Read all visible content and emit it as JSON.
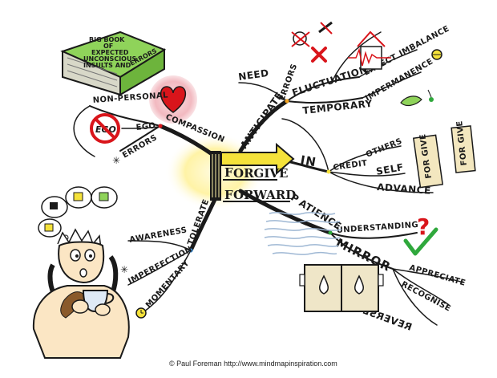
{
  "book": {
    "lines": [
      "BIG BOOK",
      "OF",
      "EXPECTED",
      "UNCONSCIOUS",
      "INSULTS AND",
      "ERRORS"
    ]
  },
  "central": {
    "word1": "ORGIVE",
    "word2": "ORWARD",
    "letter": "F"
  },
  "branches": {
    "compassion": {
      "label": "COMPASSION",
      "non_personal": "NON-PERSONAL",
      "ego": "EGO",
      "errors": "ERRORS",
      "ego_sign": "EGO"
    },
    "anticipate": {
      "label": "ANTICIPATE",
      "need": "NEED",
      "errors": "ERRORS",
      "fluctuations": "FLUCTUATIONS",
      "expect": "EXPECT",
      "imbalance": "IMBALANCE",
      "temporary": "TEMPORARY",
      "impermanence": "IMPERMANENCE"
    },
    "in": {
      "label": "IN",
      "credit": "CREDIT",
      "others": "OTHERS",
      "self": "SELF",
      "advance": "ADVANCE",
      "note1": "FOR GIVE",
      "note2": "FOR GIVE"
    },
    "patience": {
      "label": "ATIENCE",
      "understanding": "UNDERSTANDING",
      "mirror": "MIRROR",
      "appreciate": "APPRECIATE",
      "recognise": "RECOGNISE",
      "reverse": "REVERSE"
    },
    "tolerate": {
      "label": "TOLERATE",
      "awareness": "AWARENESS",
      "imperfection": "IMPERFECTION",
      "momentary": "MOMENTARY"
    }
  },
  "credit_line": "© Paul Foreman http://www.mindmapinspiration.com",
  "colors": {
    "branch": "#1a1a1a",
    "glow": "#fff3a6",
    "arrow": "#f5e23a",
    "heart": "#d9151b",
    "heart_glow": "#f2b9c0",
    "book": "#8fd35a",
    "mirror": "#efe6c8",
    "note": "#f3e7bf",
    "water": "#9fb8d4",
    "check": "#2fa83c",
    "question": "#d9151b"
  }
}
